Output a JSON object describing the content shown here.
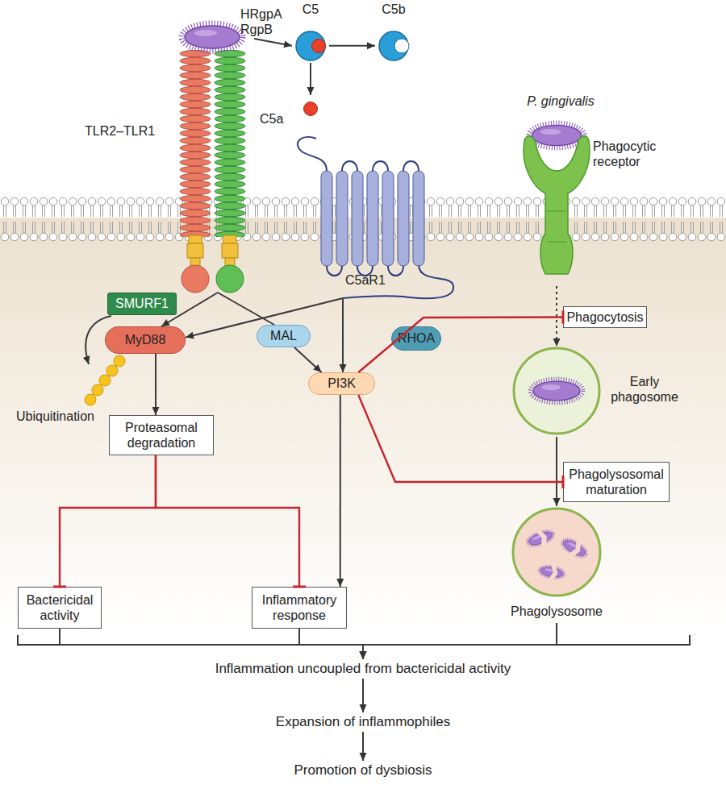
{
  "diagram": {
    "nodes": [
      {
        "text": [
          "TLR2–TLR1"
        ]
      },
      {
        "text": [
          "C5"
        ]
      },
      {
        "text": [
          "C5b"
        ]
      },
      {
        "text": [
          "C5a"
        ]
      },
      {
        "text": [
          "C5aR1"
        ]
      },
      {
        "text": [
          "Phagocytic receptor"
        ]
      },
      {
        "text": [
          "SMURF1"
        ]
      },
      {
        "text": [
          "Phagocytosis"
        ]
      },
      {
        "text": [
          "MyD88"
        ]
      },
      {
        "text": [
          "MAL"
        ]
      },
      {
        "text": [
          "RHOA"
        ]
      },
      {
        "text": [
          "PI3K"
        ]
      },
      {
        "text": [
          "Early phagosome"
        ]
      },
      {
        "text": [
          "Proteasomal degradation"
        ]
      },
      {
        "text": [
          "Phagolysosomal maturation"
        ]
      },
      {
        "text": [
          "Phagolysosome"
        ]
      },
      {
        "text": [
          "Bactericidal activity"
        ]
      },
      {
        "text": [
          "Inflammatory response"
        ]
      },
      {
        "text": [
          "Inflammation uncoupled from bactericidal activity"
        ]
      },
      {
        "text": [
          "Expansion of inflammophiles"
        ]
      },
      {
        "text": [
          "Promotion of dysbiosis"
        ]
      }
    ],
    "edges": [
      {
        "from": 0,
        "to": 1,
        "label": "HRgpA RgpB",
        "arrow": "to"
      },
      {
        "from": 1,
        "to": 2,
        "arrow": "to"
      },
      {
        "from": 1,
        "to": 3,
        "arrow": "to"
      },
      {
        "from": 0,
        "to": 8,
        "arrow": "to"
      },
      {
        "from": 0,
        "to": 9,
        "arrow": "none"
      },
      {
        "from": 4,
        "to": 8,
        "arrow": "to"
      },
      {
        "from": 4,
        "to": 11,
        "arrow": "to"
      },
      {
        "from": 9,
        "to": 11,
        "arrow": "to"
      },
      {
        "from": 5,
        "to": 12,
        "arrow": "to"
      },
      {
        "from": 11,
        "to": 7,
        "arrow": "to"
      },
      {
        "from": 8,
        "to": 13,
        "arrow": "to"
      },
      {
        "from": 12,
        "to": 15,
        "arrow": "to"
      },
      {
        "from": 11,
        "to": 14,
        "arrow": "to"
      },
      {
        "from": 11,
        "to": 17,
        "arrow": "to"
      },
      {
        "from": 13,
        "to": 16,
        "arrow": "to"
      },
      {
        "from": 13,
        "to": 17,
        "arrow": "to"
      },
      {
        "from": 16,
        "to": 18,
        "arrow": "to"
      },
      {
        "from": 17,
        "to": 18,
        "arrow": "to"
      },
      {
        "from": 15,
        "to": 18,
        "arrow": "to"
      },
      {
        "from": 18,
        "to": 19,
        "arrow": "to"
      },
      {
        "from": 19,
        "to": 20,
        "arrow": "to"
      }
    ],
    "labels": [
      "P. gingivalis",
      "Ubiquitination"
    ]
  }
}
